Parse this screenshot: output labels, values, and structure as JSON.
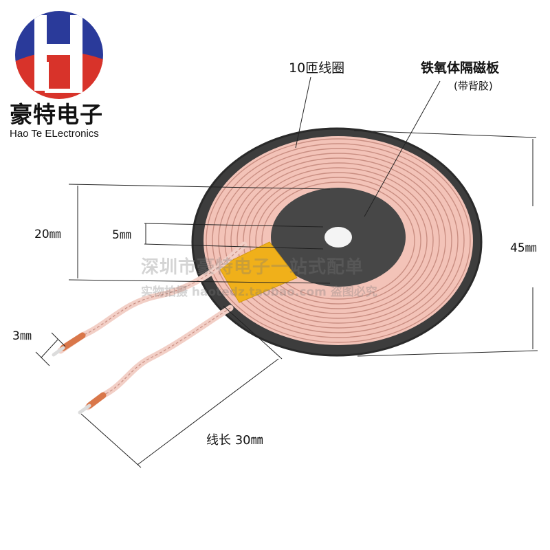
{
  "brand": {
    "name_cn": "豪特电子",
    "name_en": "Hao Te ELectronics",
    "logo_letters": "HL",
    "colors": {
      "blue": "#2a3a9a",
      "red": "#d8332a"
    }
  },
  "labels": {
    "turns": "10匝线圈",
    "ferrite": "铁氧体隔磁板",
    "adhesive": "(带背胶)",
    "dim_inner": "20㎜",
    "dim_hole": "5㎜",
    "dim_outer": "45㎜",
    "dim_lead_tip": "3㎜",
    "dim_wire": "线长 30㎜"
  },
  "watermark": {
    "line1": "深圳市豪特电子一站式配单",
    "line2": "实物拍摄 haotedz.taobao.com 盗图必究"
  },
  "colors": {
    "ferrite": "#3d3d3d",
    "coil": "#f3c3b8",
    "coil_line": "#c98e82",
    "tape": "#f0b01a",
    "copper": "#d9774a"
  }
}
